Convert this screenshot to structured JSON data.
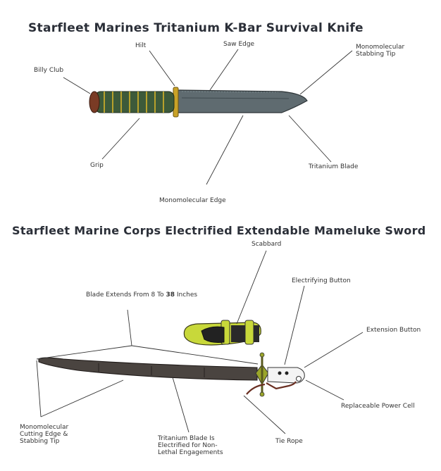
{
  "knife": {
    "title": "Starfleet Marines Tritanium K-Bar Survival Knife",
    "labels": {
      "hilt": "Hilt",
      "saw_edge": "Saw Edge",
      "stabbing_tip_1": "Monomolecular",
      "stabbing_tip_2": "Stabbing Tip",
      "billy_club": "Billy Club",
      "grip": "Grip",
      "tritanium_blade": "Tritanium Blade",
      "mono_edge": "Monomolecular Edge"
    }
  },
  "sword": {
    "title": "Starfleet Marine Corps Electrified Extendable Mameluke Sword",
    "labels": {
      "scabbard": "Scabbard",
      "blade_extends_pre": "Blade Extends From 8 To ",
      "blade_extends_num": "38",
      "blade_extends_post": " Inches",
      "electrifying_button": "Electrifying Button",
      "extension_button": "Extension Button",
      "cutting_edge_1": "Monomolecular",
      "cutting_edge_2": "Cutting Edge &",
      "cutting_edge_3": "Stabbing Tip",
      "tritanium_1": "Tritanium Blade Is",
      "tritanium_2": "Electrified for Non-",
      "tritanium_3": "Lethal Engagements",
      "tie_rope": "Tie Rope",
      "power_cell": "Replaceable Power Cell"
    }
  },
  "colors": {
    "grip_green": "#3d5a3a",
    "guard_gold": "#c9a227",
    "blade_gray": "#5f6b70",
    "pommel_brown": "#7a3b25",
    "scabbard_yellow": "#c8d83a",
    "sword_blade": "#4a4440",
    "ink": "#333333"
  }
}
